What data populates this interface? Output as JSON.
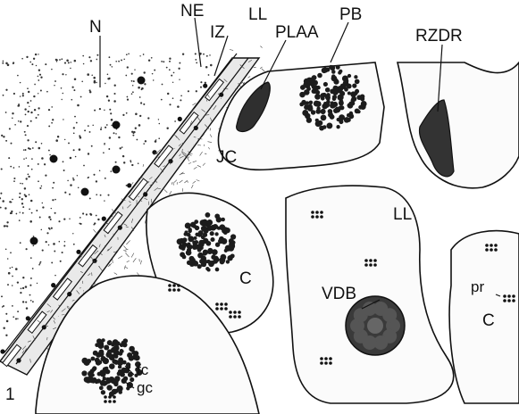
{
  "figure": {
    "panel_number": "1",
    "labels": {
      "N": "N",
      "NE": "NE",
      "IZ": "IZ",
      "LL_top": "LL",
      "PLAA": "PLAA",
      "PB": "PB",
      "RZDR": "RZDR",
      "JC": "JC",
      "LL_mid": "LL",
      "C_left": "C",
      "VDB": "VDB",
      "pr": "pr",
      "C_right": "C",
      "fc": "fc",
      "gc": "gc"
    }
  }
}
